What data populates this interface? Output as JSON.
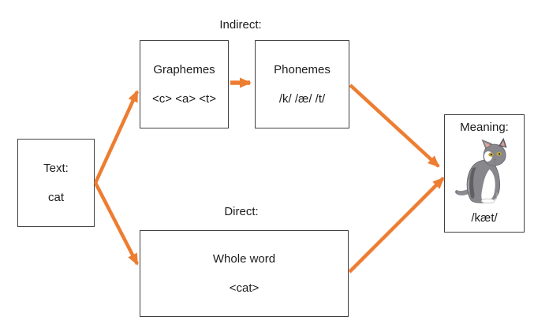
{
  "labels": {
    "indirect": "Indirect:",
    "direct": "Direct:"
  },
  "boxes": {
    "text": {
      "title": "Text:",
      "value": "cat"
    },
    "graphemes": {
      "title": "Graphemes",
      "value": "<c> <a> <t>"
    },
    "phonemes": {
      "title": "Phonemes",
      "value": "/k/ /æ/ /t/"
    },
    "whole_word": {
      "title": "Whole word",
      "value": "<cat>"
    },
    "meaning": {
      "title": "Meaning:",
      "value": "/kæt/",
      "icon": "cat-illustration"
    }
  },
  "colors": {
    "arrow": "#ED7D31",
    "border": "#404040",
    "text": "#1c1c1c",
    "background": "#ffffff"
  }
}
